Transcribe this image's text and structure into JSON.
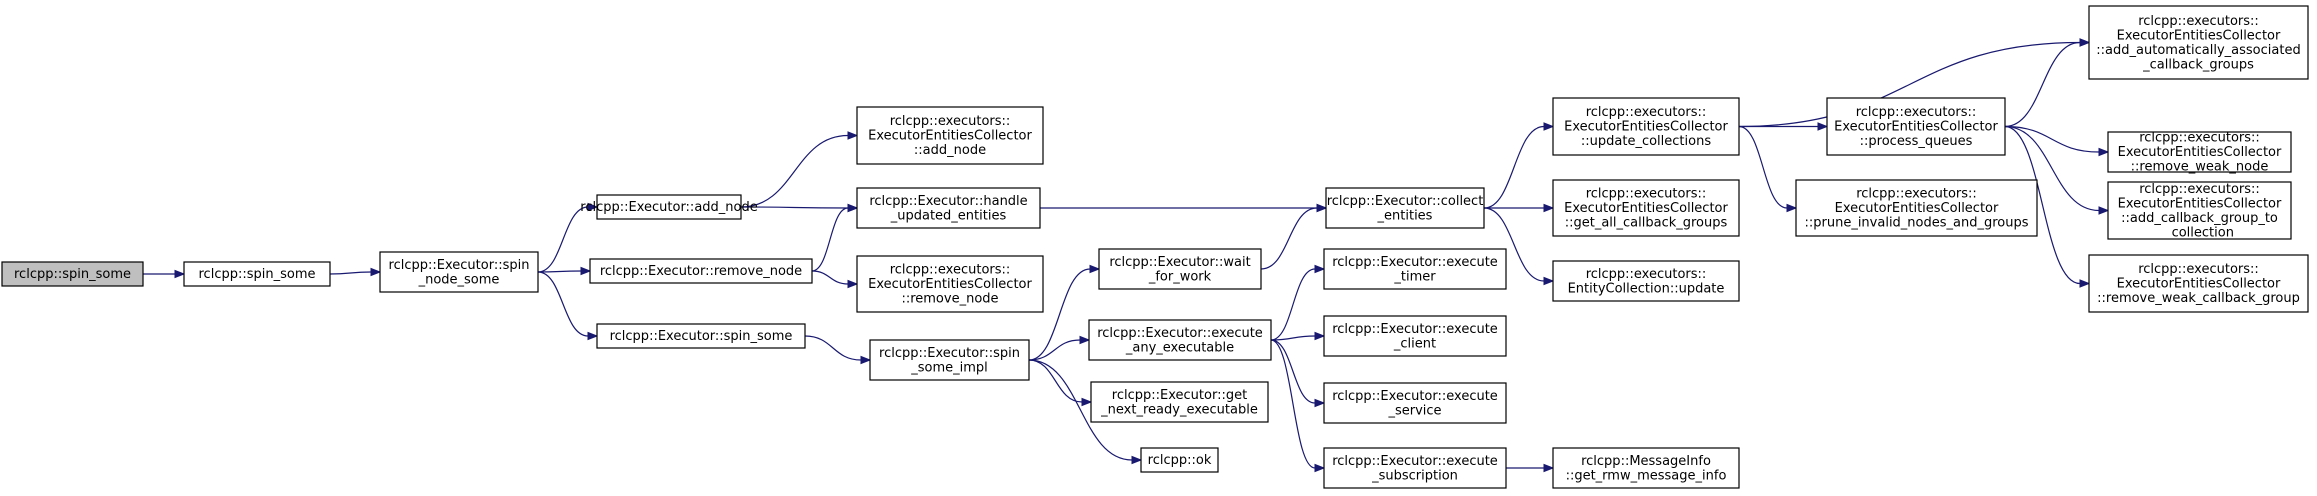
{
  "graph": {
    "nodes": [
      {
        "id": "n0",
        "lines": [
          "rclcpp::spin_some"
        ],
        "root": true
      },
      {
        "id": "n1",
        "lines": [
          "rclcpp::spin_some"
        ]
      },
      {
        "id": "n2",
        "lines": [
          "rclcpp::Executor::spin",
          "_node_some"
        ]
      },
      {
        "id": "n3",
        "lines": [
          "rclcpp::Executor::add_node"
        ]
      },
      {
        "id": "n4",
        "lines": [
          "rclcpp::Executor::remove_node"
        ]
      },
      {
        "id": "n5",
        "lines": [
          "rclcpp::Executor::spin_some"
        ]
      },
      {
        "id": "n6",
        "lines": [
          "rclcpp::executors::",
          "ExecutorEntitiesCollector",
          "::add_node"
        ]
      },
      {
        "id": "n7",
        "lines": [
          "rclcpp::Executor::handle",
          "_updated_entities"
        ]
      },
      {
        "id": "n8",
        "lines": [
          "rclcpp::executors::",
          "ExecutorEntitiesCollector",
          "::remove_node"
        ]
      },
      {
        "id": "n9",
        "lines": [
          "rclcpp::Executor::spin",
          "_some_impl"
        ]
      },
      {
        "id": "n10",
        "lines": [
          "rclcpp::Executor::wait",
          "_for_work"
        ]
      },
      {
        "id": "n11",
        "lines": [
          "rclcpp::Executor::execute",
          "_any_executable"
        ]
      },
      {
        "id": "n12",
        "lines": [
          "rclcpp::Executor::get",
          "_next_ready_executable"
        ]
      },
      {
        "id": "n13",
        "lines": [
          "rclcpp::ok"
        ]
      },
      {
        "id": "n14",
        "lines": [
          "rclcpp::Executor::collect",
          "_entities"
        ]
      },
      {
        "id": "n15",
        "lines": [
          "rclcpp::Executor::execute",
          "_timer"
        ]
      },
      {
        "id": "n16",
        "lines": [
          "rclcpp::Executor::execute",
          "_client"
        ]
      },
      {
        "id": "n17",
        "lines": [
          "rclcpp::Executor::execute",
          "_service"
        ]
      },
      {
        "id": "n18",
        "lines": [
          "rclcpp::Executor::execute",
          "_subscription"
        ]
      },
      {
        "id": "n19",
        "lines": [
          "rclcpp::executors::",
          "ExecutorEntitiesCollector",
          "::update_collections"
        ]
      },
      {
        "id": "n20",
        "lines": [
          "rclcpp::executors::",
          "ExecutorEntitiesCollector",
          "::get_all_callback_groups"
        ]
      },
      {
        "id": "n21",
        "lines": [
          "rclcpp::executors::",
          "EntityCollection::update"
        ]
      },
      {
        "id": "n22",
        "lines": [
          "rclcpp::MessageInfo",
          "::get_rmw_message_info"
        ]
      },
      {
        "id": "n23",
        "lines": [
          "rclcpp::executors::",
          "ExecutorEntitiesCollector",
          "::process_queues"
        ]
      },
      {
        "id": "n24",
        "lines": [
          "rclcpp::executors::",
          "ExecutorEntitiesCollector",
          "::prune_invalid_nodes_and_groups"
        ]
      },
      {
        "id": "n25",
        "lines": [
          "rclcpp::executors::",
          "ExecutorEntitiesCollector",
          "::add_automatically_associated",
          "_callback_groups"
        ]
      },
      {
        "id": "n26",
        "lines": [
          "rclcpp::executors::",
          "ExecutorEntitiesCollector",
          "::remove_weak_node"
        ]
      },
      {
        "id": "n27",
        "lines": [
          "rclcpp::executors::",
          "ExecutorEntitiesCollector",
          "::add_callback_group_to",
          "_collection"
        ]
      },
      {
        "id": "n28",
        "lines": [
          "rclcpp::executors::",
          "ExecutorEntitiesCollector",
          "::remove_weak_callback_group"
        ]
      }
    ],
    "edges": [
      [
        "n0",
        "n1"
      ],
      [
        "n1",
        "n2"
      ],
      [
        "n2",
        "n3"
      ],
      [
        "n2",
        "n4"
      ],
      [
        "n2",
        "n5"
      ],
      [
        "n3",
        "n6"
      ],
      [
        "n3",
        "n7"
      ],
      [
        "n4",
        "n7"
      ],
      [
        "n4",
        "n8"
      ],
      [
        "n5",
        "n9"
      ],
      [
        "n7",
        "n14"
      ],
      [
        "n9",
        "n10"
      ],
      [
        "n9",
        "n11"
      ],
      [
        "n9",
        "n12"
      ],
      [
        "n9",
        "n13"
      ],
      [
        "n10",
        "n14"
      ],
      [
        "n11",
        "n15"
      ],
      [
        "n11",
        "n16"
      ],
      [
        "n11",
        "n17"
      ],
      [
        "n11",
        "n18"
      ],
      [
        "n14",
        "n19"
      ],
      [
        "n14",
        "n20"
      ],
      [
        "n14",
        "n21"
      ],
      [
        "n18",
        "n22"
      ],
      [
        "n19",
        "n23"
      ],
      [
        "n19",
        "n24"
      ],
      [
        "n19",
        "n25"
      ],
      [
        "n23",
        "n25"
      ],
      [
        "n23",
        "n26"
      ],
      [
        "n23",
        "n27"
      ],
      [
        "n23",
        "n28"
      ]
    ],
    "colors": {
      "edge": "#191970",
      "root_fill": "#bfbfbf",
      "node_fill": "#ffffff",
      "border": "#000000"
    }
  }
}
